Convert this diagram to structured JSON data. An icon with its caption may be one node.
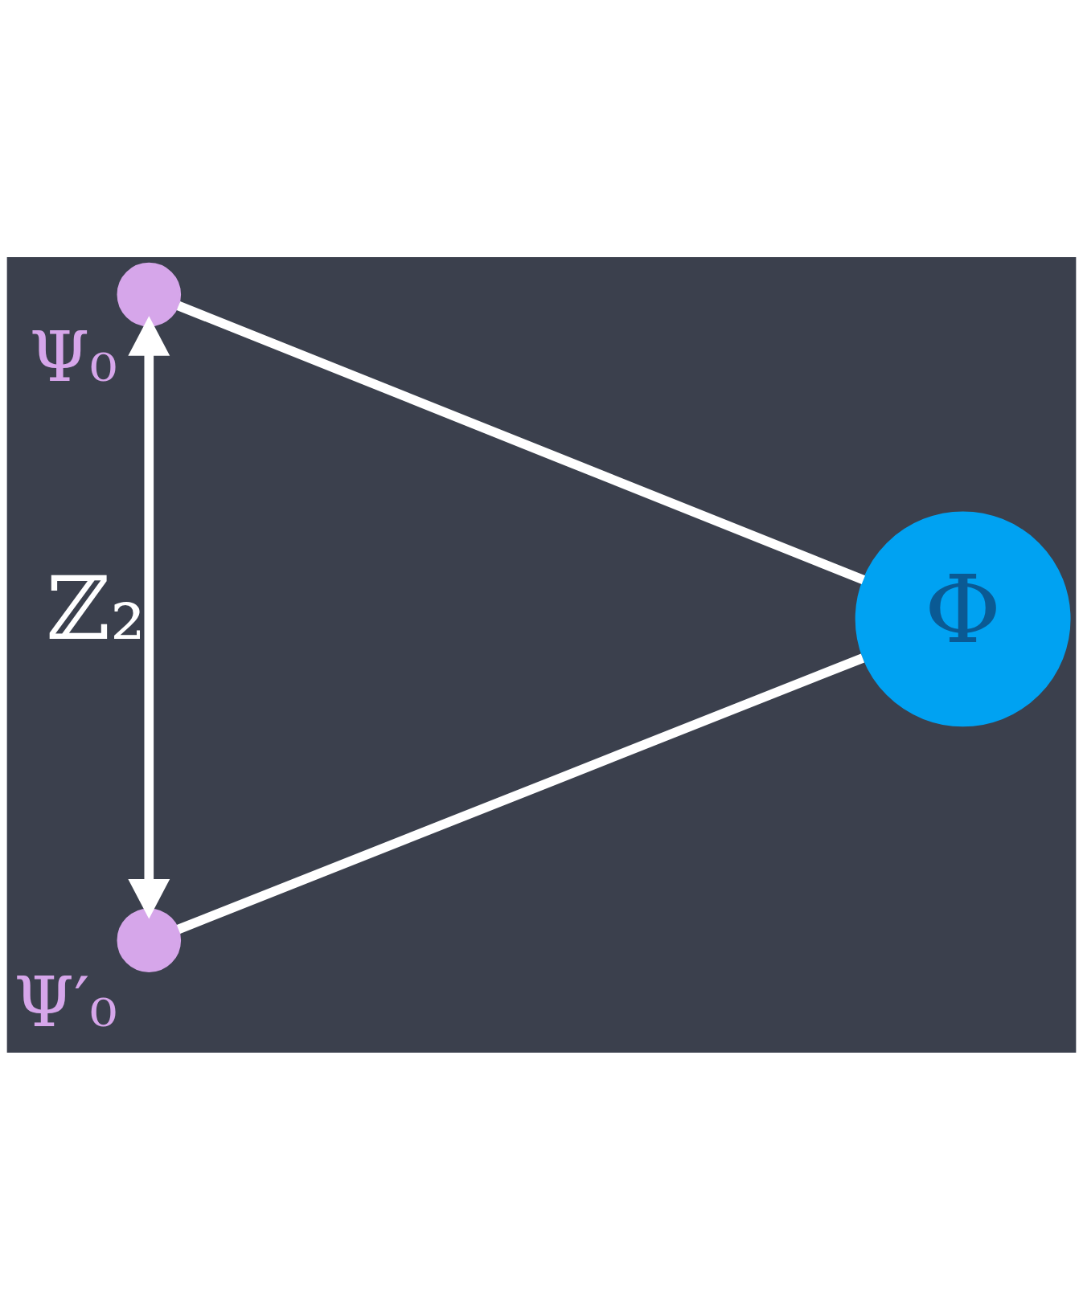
{
  "diagram": {
    "nodes": [
      {
        "text": [
          "Ψ₀"
        ]
      },
      {
        "text": [
          "Φ"
        ]
      },
      {
        "text": [
          "Ψ′₀"
        ]
      }
    ],
    "edges": [
      {
        "from": 0,
        "to": 1,
        "arrow": "none"
      },
      {
        "from": 2,
        "to": 1,
        "arrow": "none"
      },
      {
        "from": 0,
        "to": 2,
        "arrow": "both",
        "label": "ℤ₂"
      }
    ]
  }
}
